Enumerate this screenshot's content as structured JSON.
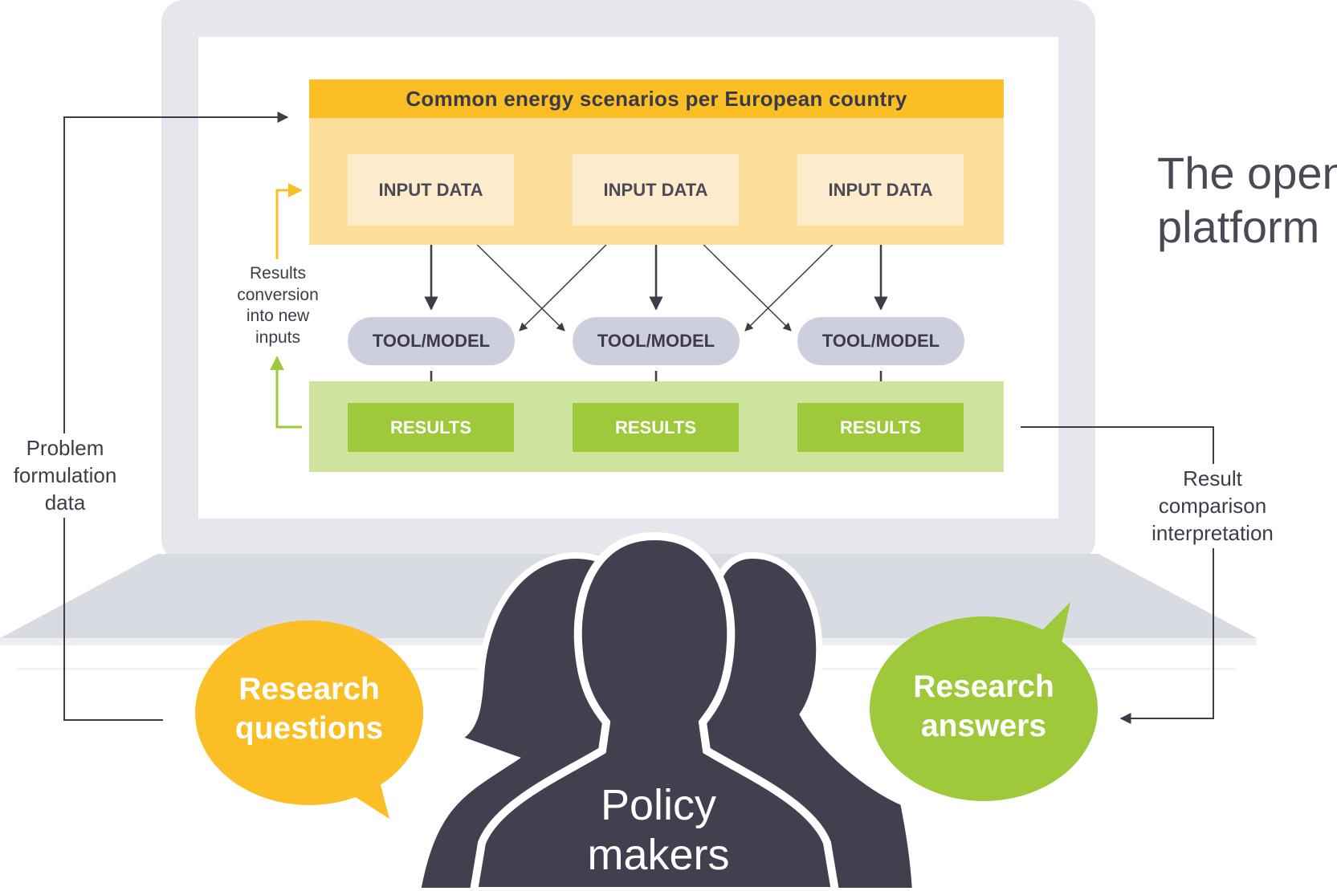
{
  "banner": {
    "title": "Common energy scenarios per European country"
  },
  "columns": [
    {
      "input_label": "INPUT DATA",
      "tool_label": "TOOL/MODEL",
      "result_label": "RESULTS"
    },
    {
      "input_label": "INPUT DATA",
      "tool_label": "TOOL/MODEL",
      "result_label": "RESULTS"
    },
    {
      "input_label": "INPUT DATA",
      "tool_label": "TOOL/MODEL",
      "result_label": "RESULTS"
    }
  ],
  "notes": {
    "results_conversion": [
      "Results",
      "conversion",
      "into new",
      "inputs"
    ],
    "problem_formulation": [
      "Problem",
      "formulation",
      "data"
    ],
    "result_comparison": [
      "Result",
      "comparison",
      "interpretation"
    ]
  },
  "title": [
    "The open",
    "platform"
  ],
  "bubbles": {
    "research_questions": [
      "Research",
      "questions"
    ],
    "research_answers": [
      "Research",
      "answers"
    ]
  },
  "policy_makers": [
    "Policy",
    "makers"
  ],
  "colors": {
    "yellow": "#fbbf25",
    "light_yellow": "#fddf99",
    "input_box": "#fdeccc",
    "green": "#9ec93a",
    "light_green": "#cfe49c",
    "tool_grey": "#cdd0dc",
    "dark": "#41404e",
    "laptop_frame": "#e6e7ec",
    "laptop_base": "#d9dbe3",
    "line": "#3d3d49"
  }
}
